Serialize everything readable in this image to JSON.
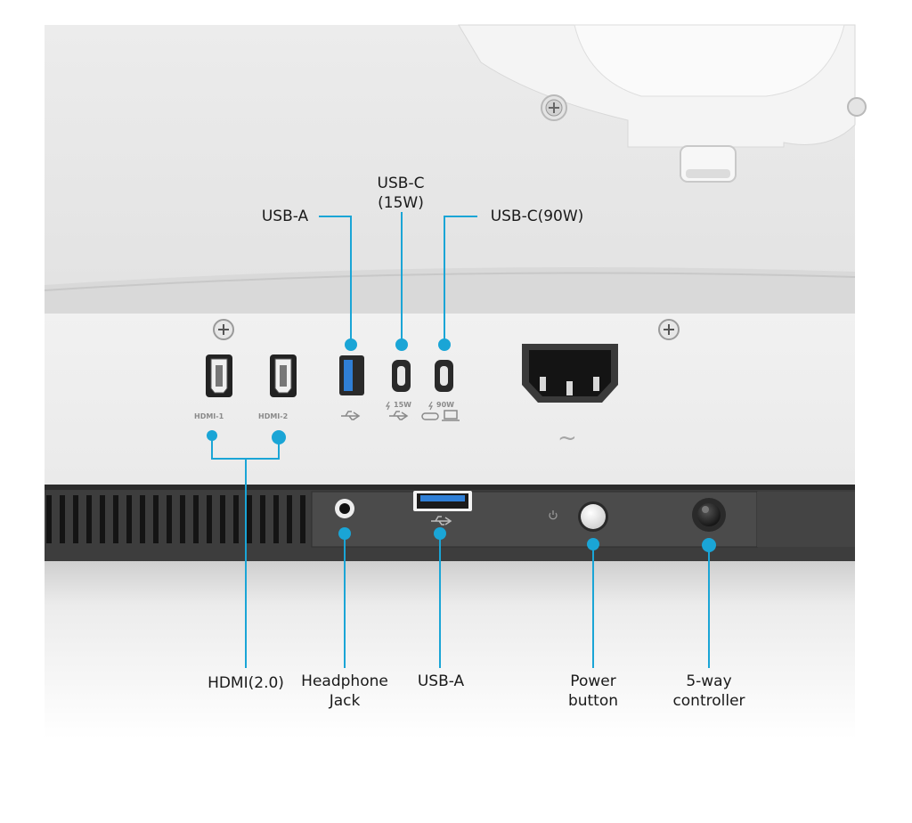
{
  "colors": {
    "callout": "#1aa5d6",
    "panel": "#eeeeee",
    "upper_panel": "#e6e6e6",
    "dark_strip": "#4a4a4a"
  },
  "callouts": {
    "usb_a_top": "USB-A",
    "usb_c_15w_line1": "USB-C",
    "usb_c_15w_line2": "(15W)",
    "usb_c_90w": "USB-C(90W)",
    "hdmi": "HDMI(2.0)",
    "headphone_line1": "Headphone",
    "headphone_line2": "Jack",
    "usb_a_bottom": "USB-A",
    "power_line1": "Power",
    "power_line2": "button",
    "controller_line1": "5-way",
    "controller_line2": "controller"
  },
  "port_labels": {
    "hdmi1": "HDMI-1",
    "hdmi2": "HDMI-2",
    "usbc_15w": "15W",
    "usbc_90w": "90W",
    "ac_symbol": "~"
  }
}
